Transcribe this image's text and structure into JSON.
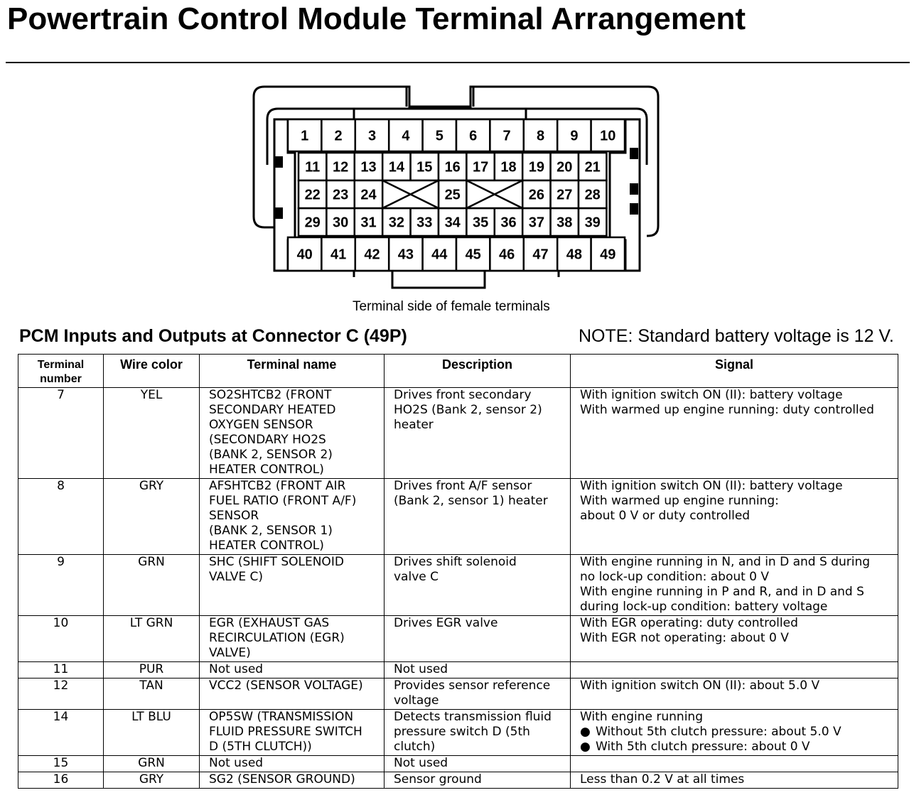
{
  "page_title": "Powertrain Control Module Terminal Arrangement",
  "diagram": {
    "caption": "Terminal side of female terminals",
    "terminal_rows": [
      [
        "1",
        "2",
        "3",
        "4",
        "5",
        "6",
        "7",
        "8",
        "9",
        "10"
      ],
      [
        "11",
        "12",
        "13",
        "14",
        "15",
        "16",
        "17",
        "18",
        "19",
        "20",
        "21"
      ],
      [
        "22",
        "23",
        "24",
        "25",
        "26",
        "27",
        "28"
      ],
      [
        "29",
        "30",
        "31",
        "32",
        "33",
        "34",
        "35",
        "36",
        "37",
        "38",
        "39"
      ],
      [
        "40",
        "41",
        "42",
        "43",
        "44",
        "45",
        "46",
        "47",
        "48",
        "49"
      ]
    ]
  },
  "section_heading": "PCM Inputs and Outputs at Connector C (49P)",
  "note": "NOTE: Standard battery voltage is 12 V.",
  "table": {
    "headers": {
      "terminal_number": [
        "Terminal",
        "number"
      ],
      "wire_color": "Wire color",
      "terminal_name": "Terminal name",
      "description": "Description",
      "signal": "Signal"
    },
    "rows": [
      {
        "terminal": "7",
        "wire": "YEL",
        "name": [
          "SO2SHTCB2 (FRONT",
          "SECONDARY HEATED",
          "OXYGEN SENSOR",
          "(SECONDARY HO2S",
          "(BANK 2, SENSOR 2)",
          "HEATER CONTROL)"
        ],
        "description": [
          "Drives front secondary",
          "HO2S (Bank 2, sensor 2)",
          "heater"
        ],
        "signal": [
          "With ignition switch ON (II): battery voltage",
          "With warmed up engine running: duty controlled"
        ]
      },
      {
        "terminal": "8",
        "wire": "GRY",
        "name": [
          "AFSHTCB2 (FRONT AIR",
          "FUEL RATIO (FRONT A/F)",
          "SENSOR",
          "(BANK 2, SENSOR 1)",
          "HEATER CONTROL)"
        ],
        "description": [
          "Drives front A/F sensor",
          "(Bank 2, sensor 1) heater"
        ],
        "signal": [
          "With ignition switch ON (II): battery voltage",
          "With warmed up engine running:",
          "about 0 V or duty controlled"
        ]
      },
      {
        "terminal": "9",
        "wire": "GRN",
        "name": [
          "SHC (SHIFT SOLENOID",
          "VALVE C)"
        ],
        "description": [
          "Drives shift solenoid",
          "valve C"
        ],
        "signal": [
          "With engine running in N, and in D and S during",
          "no lock-up condition: about 0 V",
          "With engine running in P and R, and in D and S",
          "during lock-up condition: battery voltage"
        ]
      },
      {
        "terminal": "10",
        "wire": "LT GRN",
        "name": [
          "EGR (EXHAUST GAS",
          "RECIRCULATION (EGR)",
          "VALVE)"
        ],
        "description": [
          "Drives EGR valve"
        ],
        "signal": [
          "With EGR operating: duty controlled",
          "With EGR not operating: about 0 V"
        ]
      },
      {
        "terminal": "11",
        "wire": "PUR",
        "name": [
          "Not used"
        ],
        "description": [
          "Not used"
        ],
        "signal": []
      },
      {
        "terminal": "12",
        "wire": "TAN",
        "name": [
          "VCC2 (SENSOR VOLTAGE)"
        ],
        "description": [
          "Provides sensor reference",
          "voltage"
        ],
        "signal": [
          "With ignition switch ON (II): about 5.0 V"
        ]
      },
      {
        "terminal": "14",
        "wire": "LT BLU",
        "name": [
          "OP5SW (TRANSMISSION",
          "FLUID PRESSURE SWITCH",
          "D (5TH CLUTCH))"
        ],
        "description": [
          "Detects transmission fluid",
          "pressure switch D (5th",
          "clutch)"
        ],
        "signal": [
          "With engine running"
        ],
        "signal_bullets": [
          "Without 5th clutch pressure: about 5.0 V",
          "With 5th clutch pressure: about 0 V"
        ],
        "bullet_glyph": "●"
      },
      {
        "terminal": "15",
        "wire": "GRN",
        "name": [
          "Not used"
        ],
        "description": [
          "Not used"
        ],
        "signal": []
      },
      {
        "terminal": "16",
        "wire": "GRY",
        "name": [
          "SG2 (SENSOR GROUND)"
        ],
        "description": [
          "Sensor ground"
        ],
        "signal": [
          "Less than 0.2 V at all times"
        ]
      }
    ]
  }
}
